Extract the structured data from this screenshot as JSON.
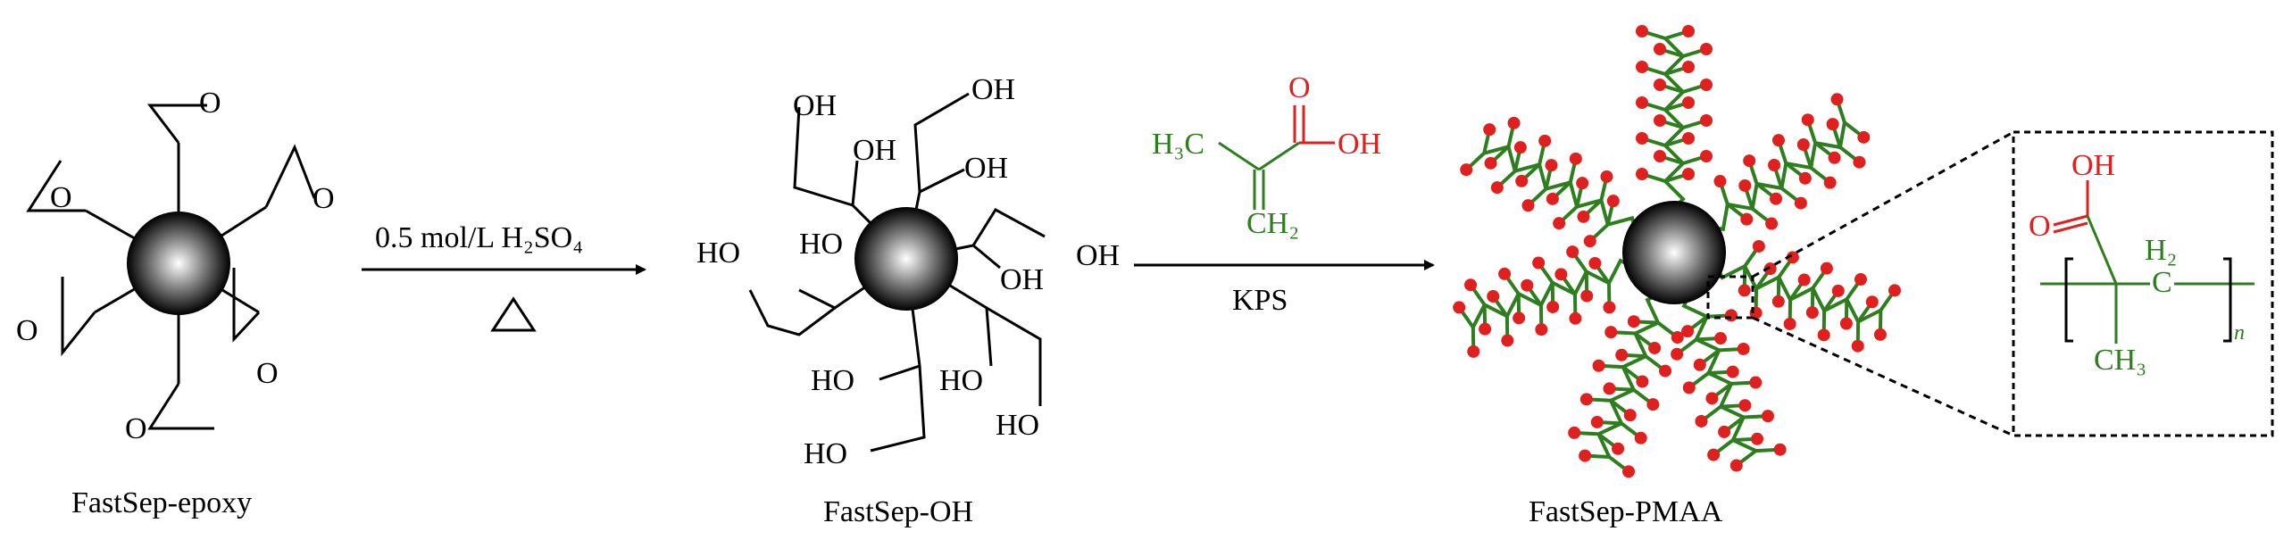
{
  "colors": {
    "ink": "#000000",
    "green": "#2e7d1f",
    "red": "#e0201f"
  },
  "stages": {
    "epoxy": {
      "label": "FastSep-epoxy"
    },
    "oh": {
      "label": "FastSep-OH"
    },
    "pmaa": {
      "label": "FastSep-PMAA"
    }
  },
  "step1": {
    "condition": "0.5 mol/L H₂SO₄",
    "heat_symbol": "△"
  },
  "step2": {
    "reagent": "KPS"
  },
  "epoxy_atom": "O",
  "hydroxyl": "OH",
  "hydroxyl_rev": "HO",
  "monomer": {
    "h3c": "H₃C",
    "o": "O",
    "oh": "OH",
    "ch2": "CH₂"
  },
  "repeat_unit": {
    "oh": "OH",
    "o": "O",
    "c": "C",
    "h2": "H₂",
    "ch3": "CH₃",
    "n": "n"
  }
}
